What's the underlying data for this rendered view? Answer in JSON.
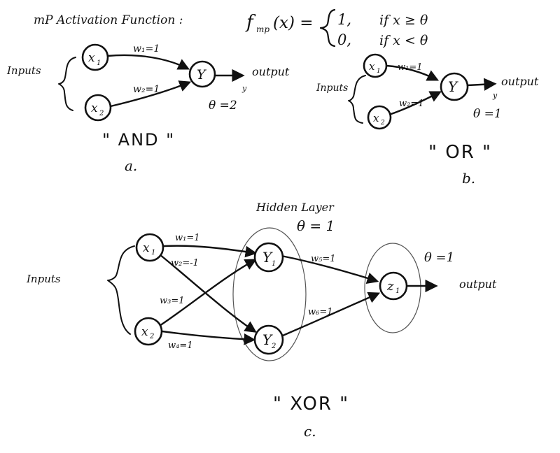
{
  "header": {
    "title": "mP Activation Function :",
    "func": "f",
    "func_sub": "mp",
    "func_arg": "(x) =",
    "case1_val": "1,",
    "case1_cond": "if x ≥ θ",
    "case2_val": "0,",
    "case2_cond": "if x < θ"
  },
  "and_diagram": {
    "inputs_label": "Inputs",
    "x1": "x",
    "x1_sub": "1",
    "x2": "x",
    "x2_sub": "2",
    "neuron": "Y",
    "w1": "w₁=1",
    "w2": "w₂=1",
    "output": "output",
    "y_label": "y",
    "theta": "θ =2",
    "name": "\" AND \"",
    "caption": "a."
  },
  "or_diagram": {
    "inputs_label": "Inputs",
    "x1": "x",
    "x1_sub": "1",
    "x2": "x",
    "x2_sub": "2",
    "neuron": "Y",
    "w1": "w₁=1",
    "w2": "w₂=1",
    "output": "output",
    "y_label": "y",
    "theta": "θ =1",
    "name": "\" OR \"",
    "caption": "b."
  },
  "xor_diagram": {
    "hidden_label": "Hidden Layer",
    "hidden_theta": "θ = 1",
    "inputs_label": "Inputs",
    "x1": "x",
    "x1_sub": "1",
    "x2": "x",
    "x2_sub": "2",
    "y1": "Y",
    "y1_sub": "1",
    "y2": "Y",
    "y2_sub": "2",
    "z1": "z",
    "z1_sub": "1",
    "w1": "w₁=1",
    "w2": "w₂=-1",
    "w3": "w₃=1",
    "w4": "w₄=1",
    "w5": "w₅=1",
    "w6": "w₆=1",
    "out_theta": "θ =1",
    "output": "output",
    "name": "\" XOR \"",
    "caption": "c."
  }
}
